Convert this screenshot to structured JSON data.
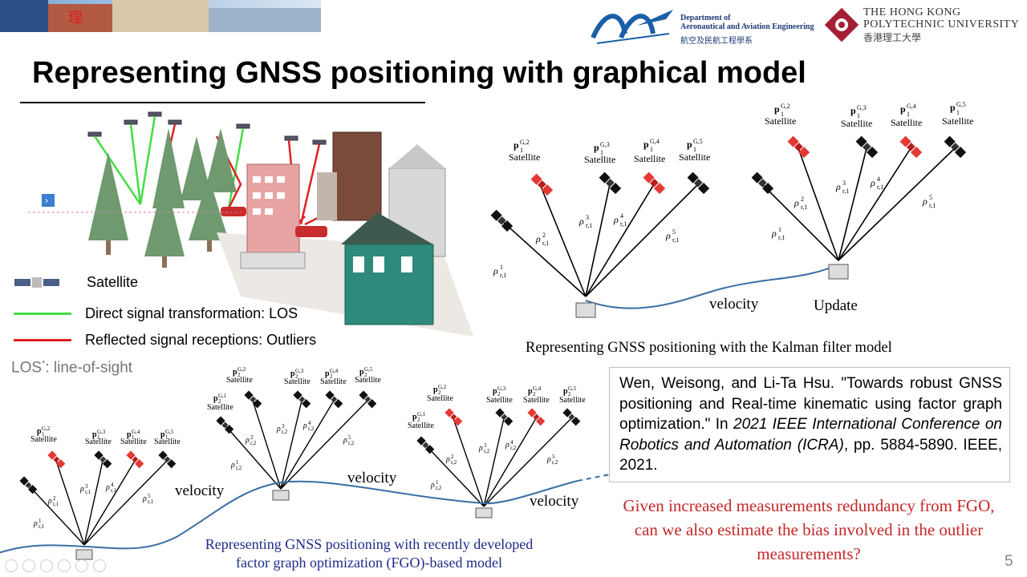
{
  "slide": {
    "title": "Representing GNSS positioning with graphical model",
    "page_number": "5"
  },
  "header": {
    "dept_line1": "Department of",
    "dept_line2": "Aeronautical and Aviation Engineering",
    "dept_chinese": "航空及民航工程學系",
    "university_line1": "THE HONG KONG",
    "university_line2": "POLYTECHNIC UNIVERSITY",
    "university_chinese": "香港理工大學"
  },
  "legend": {
    "satellite": "Satellite",
    "los": "Direct signal transformation: LOS",
    "outliers": "Reflected signal receptions: Outliers",
    "los_note": "LOS*: line-of-sight",
    "colors": {
      "los": "#44dd44",
      "outlier": "#e02020"
    }
  },
  "kalman": {
    "satellites": [
      "p1G,2 Satellite",
      "p1G,3 Satellite",
      "p1G,4 Satellite",
      "p1G,5 Satellite"
    ],
    "velocity": "velocity",
    "update": "Update",
    "caption": "Representing GNSS positioning with the Kalman filter model"
  },
  "fgo": {
    "velocity": "velocity",
    "caption_line1": "Representing GNSS positioning with recently developed",
    "caption_line2": "factor graph optimization (FGO)-based model"
  },
  "satellite_word": "Satellite",
  "reference": {
    "part1": "Wen, Weisong, and Li-Ta Hsu. \"Towards robust GNSS positioning and Real-time kinematic using factor graph optimization.\" In ",
    "venue": "2021 IEEE International Conference on Robotics and Automation (ICRA)",
    "part2": ", pp. 5884-5890. IEEE, 2021."
  },
  "question": "Given increased measurements redundancy from FGO, can we also estimate the bias involved in the outlier measurements?",
  "colors": {
    "outlier_sat": "#e53935",
    "normal_sat": "#111111",
    "trajectory": "#3a6ea5",
    "question": "#c62828",
    "caption": "#1f2a8a"
  }
}
